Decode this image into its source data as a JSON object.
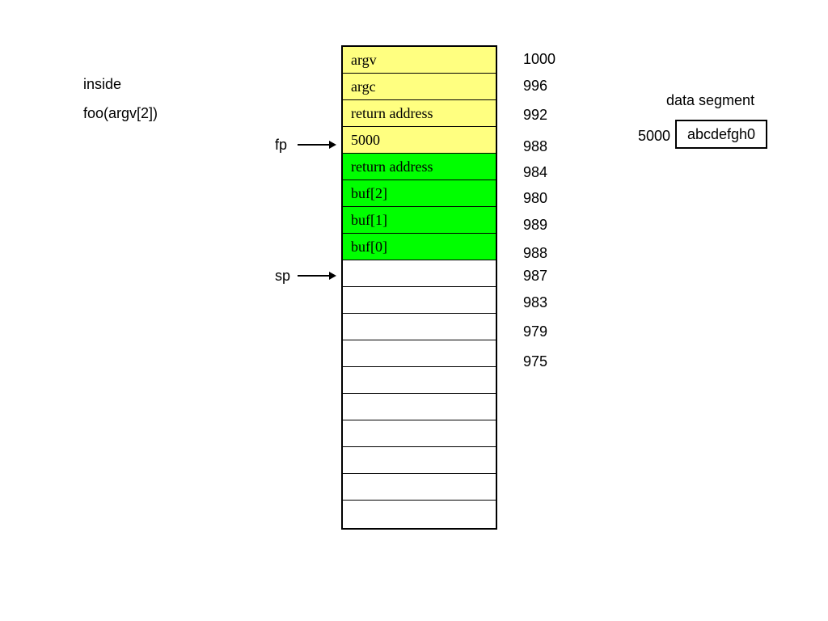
{
  "context": {
    "line1": "inside",
    "line2": "foo(argv[2])"
  },
  "pointers": {
    "fp": "fp",
    "sp": "sp"
  },
  "stack": {
    "cells": [
      {
        "text": "argv",
        "color": "#ffff80"
      },
      {
        "text": "argc",
        "color": "#ffff80"
      },
      {
        "text": "return address",
        "color": "#ffff80"
      },
      {
        "text": "5000",
        "color": "#ffff80"
      },
      {
        "text": "return address",
        "color": "#00ff00"
      },
      {
        "text": "buf[2]",
        "color": "#00ff00"
      },
      {
        "text": "buf[1]",
        "color": "#00ff00"
      },
      {
        "text": "buf[0]",
        "color": "#00ff00"
      },
      {
        "text": "",
        "color": "#ffffff"
      },
      {
        "text": "",
        "color": "#ffffff"
      },
      {
        "text": "",
        "color": "#ffffff"
      },
      {
        "text": "",
        "color": "#ffffff"
      },
      {
        "text": "",
        "color": "#ffffff"
      },
      {
        "text": "",
        "color": "#ffffff"
      },
      {
        "text": "",
        "color": "#ffffff"
      },
      {
        "text": "",
        "color": "#ffffff"
      },
      {
        "text": "",
        "color": "#ffffff"
      },
      {
        "text": "",
        "color": "#ffffff"
      }
    ],
    "addresses": [
      "1000",
      "996",
      "992",
      "988",
      "984",
      "980",
      "989",
      "988",
      "987",
      "983",
      "979",
      "975"
    ]
  },
  "data_segment": {
    "title": "data segment",
    "address": "5000",
    "value": "abcdefgh0"
  }
}
